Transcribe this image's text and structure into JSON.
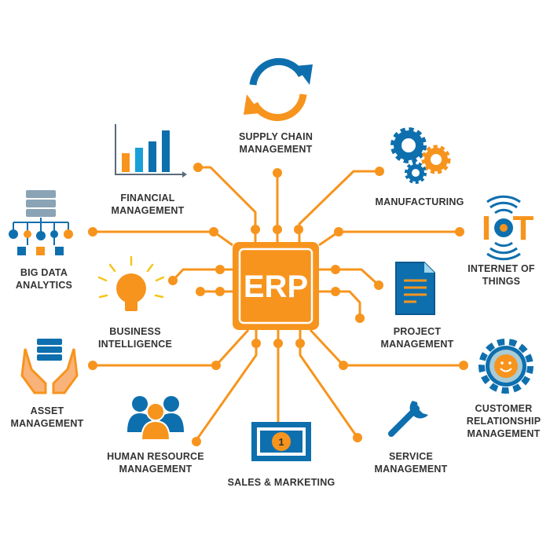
{
  "center": {
    "label": "ERP"
  },
  "colors": {
    "orange": "#f7941d",
    "blue": "#0e6fae",
    "text": "#333333",
    "yellow": "#f5c518"
  },
  "modules": [
    {
      "id": "supply-chain",
      "lines": [
        "SUPPLY CHAIN",
        "MANAGEMENT"
      ],
      "icon": "sync-arrows-icon"
    },
    {
      "id": "financial",
      "lines": [
        "FINANCIAL",
        "MANAGEMENT"
      ],
      "icon": "bar-chart-icon"
    },
    {
      "id": "manufacturing",
      "lines": [
        "MANUFACTURING"
      ],
      "icon": "gears-icon"
    },
    {
      "id": "big-data",
      "lines": [
        "BIG DATA",
        "ANALYTICS"
      ],
      "icon": "database-tree-icon"
    },
    {
      "id": "iot",
      "lines": [
        "INTERNET OF",
        "THINGS"
      ],
      "icon": "iot-icon",
      "icon_text": [
        "I",
        "T"
      ]
    },
    {
      "id": "business-intelligence",
      "lines": [
        "BUSINESS",
        "INTELLIGENCE"
      ],
      "icon": "lightbulb-icon"
    },
    {
      "id": "project",
      "lines": [
        "PROJECT",
        "MANAGEMENT"
      ],
      "icon": "document-icon"
    },
    {
      "id": "asset",
      "lines": [
        "ASSET",
        "MANAGEMENT"
      ],
      "icon": "hands-database-icon"
    },
    {
      "id": "crm",
      "lines": [
        "CUSTOMER",
        "RELATIONSHIP",
        "MANAGEMENT"
      ],
      "icon": "smiley-gear-icon"
    },
    {
      "id": "hr",
      "lines": [
        "HUMAN RESOURCE",
        "MANAGEMENT"
      ],
      "icon": "people-icon"
    },
    {
      "id": "sales",
      "lines": [
        "SALES & MARKETING"
      ],
      "icon": "banknote-icon",
      "icon_text": "1"
    },
    {
      "id": "service",
      "lines": [
        "SERVICE",
        "MANAGEMENT"
      ],
      "icon": "wrench-icon"
    }
  ]
}
